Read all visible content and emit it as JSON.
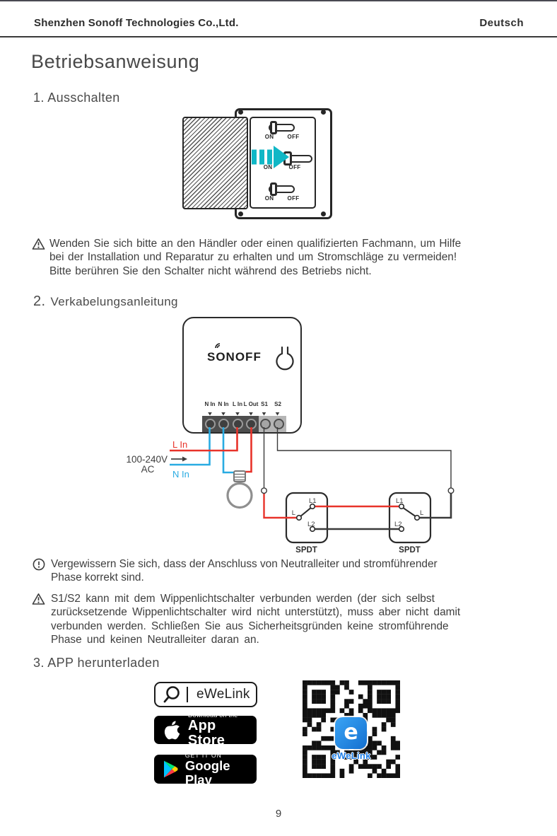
{
  "header": {
    "company": "Shenzhen Sonoff Technologies Co.,Ltd.",
    "language": "Deutsch"
  },
  "title": "Betriebsanweisung",
  "section1": {
    "heading": "1. Ausschalten",
    "on_label": "ON",
    "off_label": "OFF"
  },
  "warning1": {
    "lines": [
      "Wenden Sie sich bitte an den Händler oder einen qualifizierten Fachmann, um Hilfe",
      "bei der Installation und Reparatur zu erhalten und um Stromschläge zu vermeiden!",
      "Bitte berühren Sie den Schalter nicht während des Betriebs nicht."
    ]
  },
  "section2": {
    "num": "2.",
    "label": "Verkabelungsanleitung"
  },
  "wiring": {
    "logo": "SONOFF",
    "terminals": [
      "N In",
      "N In",
      "L In",
      "L Out",
      "S1",
      "S2"
    ],
    "live_label": "L In",
    "neutral_label": "N In",
    "voltage": "100-240V",
    "ac": "AC",
    "spdt1": {
      "l": "L",
      "l1": "L1",
      "l2": "L2",
      "name": "SPDT"
    },
    "spdt2": {
      "l": "L",
      "l1": "L1",
      "l2": "L2",
      "name": "SPDT"
    },
    "colors": {
      "live": "#e8332a",
      "neutral": "#29abe2",
      "arrow_teal": "#10b7c6"
    }
  },
  "note1": {
    "lines": [
      "Vergewissern Sie sich, dass der Anschluss von Neutralleiter und stromführender",
      "Phase korrekt sind."
    ]
  },
  "warning2": {
    "lines": [
      "S1/S2 kann mit dem Wippenlichtschalter verbunden werden (der sich selbst",
      "zurücksetzende Wippenlichtschalter wird nicht unterstützt), muss aber nicht damit",
      "verbunden werden. Schließen Sie aus Sicherheitsgründen keine stromführende",
      "Phase und keinen Neutralleiter daran an."
    ]
  },
  "section3": {
    "heading": "3. APP herunterladen"
  },
  "downloads": {
    "ewelink_label": "eWeLink",
    "appstore": {
      "line1": "Download on the",
      "line2": "App Store"
    },
    "googleplay": {
      "line1": "GET IT ON",
      "line2": "Google Play"
    },
    "qr_caption": "eWeLink",
    "qr_icon_letter": "e"
  },
  "page_number": "9"
}
